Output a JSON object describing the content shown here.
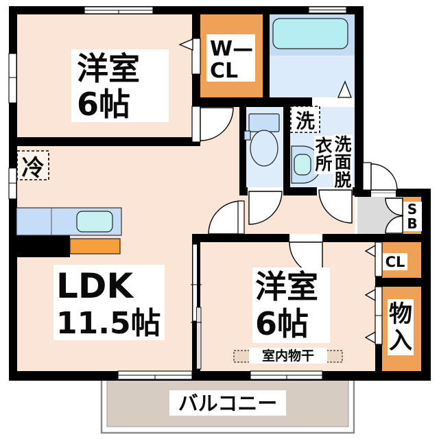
{
  "plan": {
    "rooms": {
      "bedroom_top": {
        "name": "洋室",
        "size": "6帖"
      },
      "ldk": {
        "name": "LDK",
        "size": "11.5帖"
      },
      "bedroom_bottom": {
        "name": "洋室",
        "size": "6帖"
      },
      "walk_in_closet": {
        "line1": "W—",
        "line2": "CL"
      },
      "washroom": {
        "name": "洗面脱衣所",
        "col_right": [
          "洗",
          "面",
          "脱"
        ],
        "col_left": [
          "衣",
          "所"
        ]
      },
      "shoe_box": {
        "chars": [
          "S",
          "B"
        ]
      },
      "closet": {
        "label": "CL"
      },
      "storage": {
        "name": "物入",
        "chars": [
          "物",
          "入"
        ]
      },
      "balcony": {
        "label": "バルコニー"
      }
    },
    "annotations": {
      "refrigerator": "冷",
      "washing_machine": "洗",
      "indoor_drying": "室内物干"
    },
    "colors": {
      "wall": "#000000",
      "room_floor": "#FAE5D7",
      "closet_orange": "#F0A158",
      "bathroom_floor": "#DCEBFB",
      "bathtub_zone": "#C3DCF2",
      "bathtub": "#B5EDF2",
      "toilet_floor": "#DFEDFB",
      "washroom_floor": "#DDEBFA",
      "entry_gray": "#DBDBDB",
      "balcony_floor": "#D6CCC2",
      "kitchen_counter": "#C5DDF6",
      "kitchen_sink": "#C8F1F1",
      "stove_orange": "#F79E3D",
      "drying_box": "#EDD8C3"
    }
  }
}
